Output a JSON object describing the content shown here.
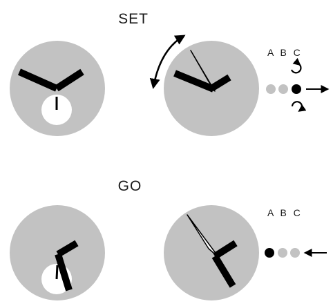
{
  "sections": {
    "set": {
      "title": "SET"
    },
    "go": {
      "title": "GO"
    }
  },
  "crown_positions": {
    "set_labels": "A B C",
    "go_labels": "A B C",
    "set_selected": "C",
    "go_selected": "A"
  },
  "colors": {
    "dial": "#c2c2c2",
    "hand": "#000000",
    "subdial": "#ffffff",
    "dot_inactive": "#c2c2c2",
    "dot_active": "#000000",
    "text": "#1a1a1a"
  },
  "icons": {
    "rotate_arrow": "double-headed-curved-arrow-icon",
    "crown_out": "arrow-right-icon",
    "crown_in": "arrow-left-icon",
    "turn_one_way": "clockwise-arrow-icon",
    "turn_other_way": "counterclockwise-arrow-icon"
  }
}
